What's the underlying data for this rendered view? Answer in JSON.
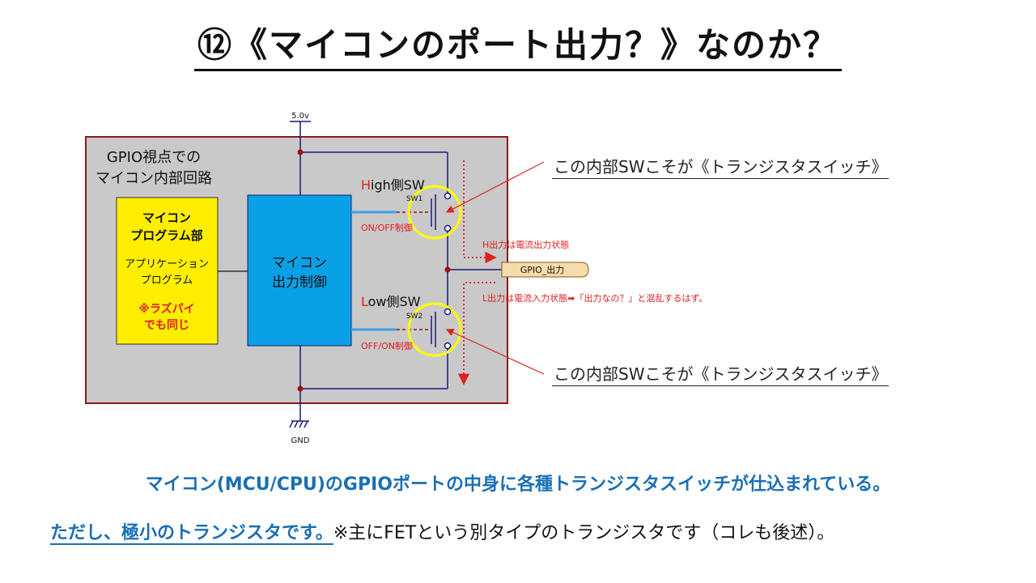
{
  "title": "⑫《マイコンのポート出力？》なのか？",
  "diagram": {
    "voltage_label": "5.0v",
    "gnd_label": "GND",
    "gpio_view_line1": "GPIO視点での",
    "gpio_view_line2": "マイコン内部回路",
    "app_box": {
      "line1": "マイコン",
      "line2": "プログラム部",
      "line3": "アプリケーション",
      "line4": "プログラム",
      "note1": "※ラズパイ",
      "note2": "でも同じ"
    },
    "ctrl_box": {
      "line1": "マイコン",
      "line2": "出力制御"
    },
    "high_sw": {
      "initial": "H",
      "rest": "igh側SW",
      "name": "SW1",
      "ctrl": "ON/OFF制御"
    },
    "low_sw": {
      "initial": "L",
      "rest": "ow側SW",
      "name": "SW2",
      "ctrl": "OFF/ON制御"
    },
    "gpio_out": "GPIO_出力",
    "h_note": "H出力は電流出力状態",
    "l_note": "L出力は電流入力状態➡「出力なの？」と混乱するはず。",
    "colors": {
      "frame": "#8b1a1a",
      "app_fill": "#ffee00",
      "ctrl_fill": "#0aa0e6",
      "switch_circle": "#ffff00",
      "accent_red": "#e02020",
      "wire": "#1a1a7a"
    }
  },
  "callouts": {
    "top": "この内部SWこそが《トランジスタスイッチ》",
    "bottom": "この内部SWこそが《トランジスタスイッチ》"
  },
  "bottom_text": {
    "line1": "マイコン(MCU/CPU)のGPIOポートの中身に各種トランジスタスイッチが仕込まれている。",
    "line2_underlined": "ただし、極小のトランジスタです。",
    "line2_rest": "※主にFETという別タイプのトランジスタです（コレも後述）。"
  }
}
